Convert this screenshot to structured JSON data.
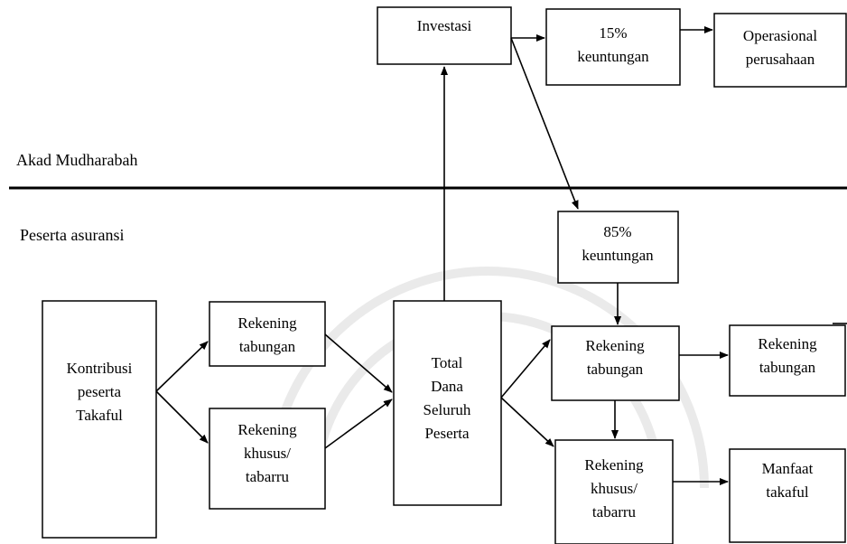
{
  "section_labels": {
    "top": "Akad Mudharabah",
    "bottom": "Peserta asuransi"
  },
  "boxes": {
    "investasi": [
      "Investasi"
    ],
    "keuntungan_15": [
      "15%",
      "keuntungan"
    ],
    "operasional": [
      "Operasional",
      "perusahaan"
    ],
    "keuntungan_85": [
      "85%",
      "keuntungan"
    ],
    "kontribusi": [
      "Kontribusi",
      "peserta",
      "Takaful"
    ],
    "rek_tabungan_left": [
      "Rekening",
      "tabungan"
    ],
    "rek_khusus_left": [
      "Rekening",
      "khusus/",
      "tabarru"
    ],
    "total_dana": [
      "Total",
      "Dana",
      "Seluruh",
      "Peserta"
    ],
    "rek_tabungan_mid": [
      "Rekening",
      "tabungan"
    ],
    "rek_khusus_mid": [
      "Rekening",
      "khusus/",
      "tabarru"
    ],
    "rek_tabungan_right": [
      "Rekening",
      "tabungan"
    ],
    "manfaat": [
      "Manfaat",
      "takaful"
    ]
  }
}
